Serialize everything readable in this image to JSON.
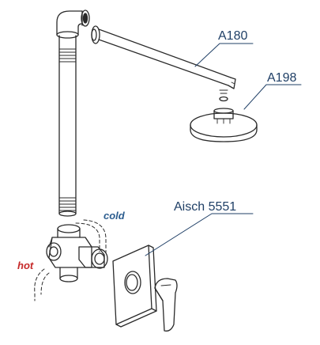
{
  "labels": {
    "shower_arm": "A180",
    "shower_head": "A198",
    "mixer": "Aisch 5551",
    "cold": "cold",
    "hot": "hot"
  },
  "colors": {
    "line": "#2a2a2a",
    "callout": "#1f3f66",
    "cold": "#2c5d8f",
    "hot": "#c62828"
  }
}
